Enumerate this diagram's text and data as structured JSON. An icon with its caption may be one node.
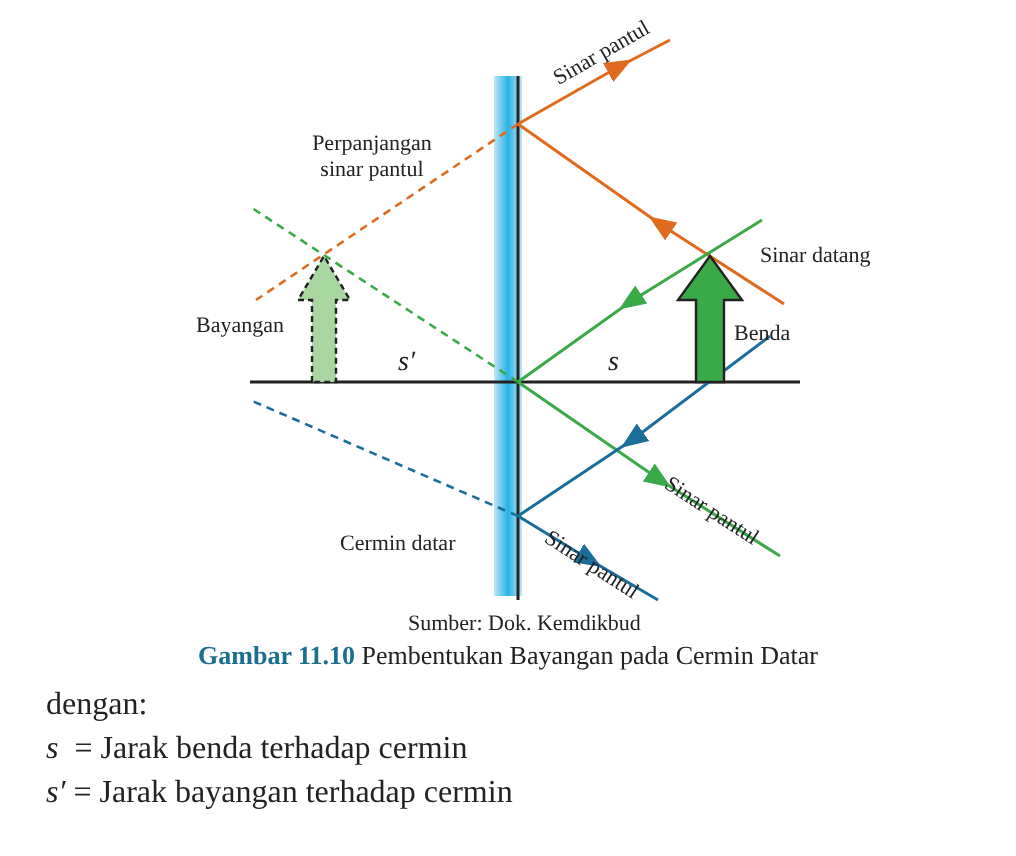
{
  "diagram": {
    "caption": "**Gambar 11.10** Pembentukan Bayangan pada Cermin Datar",
    "labels": [
      "Sinar pantul",
      "Perpanjangan sinar pantul",
      "Sinar datang",
      "Bayangan",
      "s′",
      "s",
      "Benda",
      "Sinar pantul",
      "Cermin datar",
      "Sinar pantul",
      "Sumber: Dok. Kemdikbud",
      "dengan:",
      "*s*  = Jarak benda terhadap cermin",
      "*s′* = Jarak bayangan terhadap cermin"
    ]
  }
}
